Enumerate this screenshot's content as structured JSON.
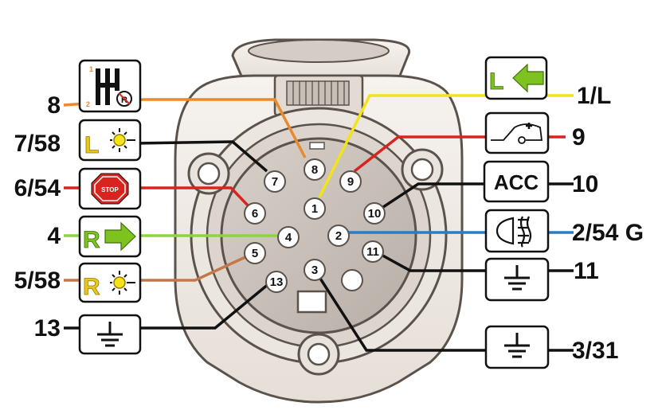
{
  "colors": {
    "housing": "#f2ede8",
    "housing_stroke": "#5a524b",
    "face": "#c9c1ba",
    "pin_fill": "#ffffff",
    "orange": "#e88a2e",
    "yellow": "#f2e31b",
    "black": "#111111",
    "red": "#d9231e",
    "green": "#8cd63a",
    "brown": "#c4784a",
    "blue": "#2a7cc4",
    "icon_green": "#7ec21f",
    "icon_yellow": "#e8c81a"
  },
  "pins": [
    "8",
    "7",
    "9",
    "6",
    "1",
    "10",
    "4",
    "2",
    "5",
    "11",
    "13",
    "3"
  ],
  "left_labels": [
    "8",
    "7/58",
    "6/54",
    "4",
    "5/58",
    "13"
  ],
  "right_labels": [
    "1/L",
    "9",
    "10",
    "2/54 G",
    "11",
    "3/31"
  ],
  "boxes": {
    "gear_top": "1",
    "gear_bottom": "2",
    "gear_reverse": "R",
    "left_turn_letter": "L",
    "left_light_letter": "L",
    "stop": "STOP",
    "right_turn_letter": "R",
    "right_light_letter": "R",
    "acc": "ACC"
  },
  "icons": {
    "gear": "gear-shift-reverse-icon",
    "left_light": "left-position-light-icon",
    "stop": "stop-sign-icon",
    "right_turn": "right-turn-arrow-icon",
    "right_light": "right-position-light-icon",
    "ground": "ground-icon",
    "left_turn": "left-turn-arrow-icon",
    "trailer": "trailer-power-icon",
    "fog": "rear-fog-light-icon"
  }
}
